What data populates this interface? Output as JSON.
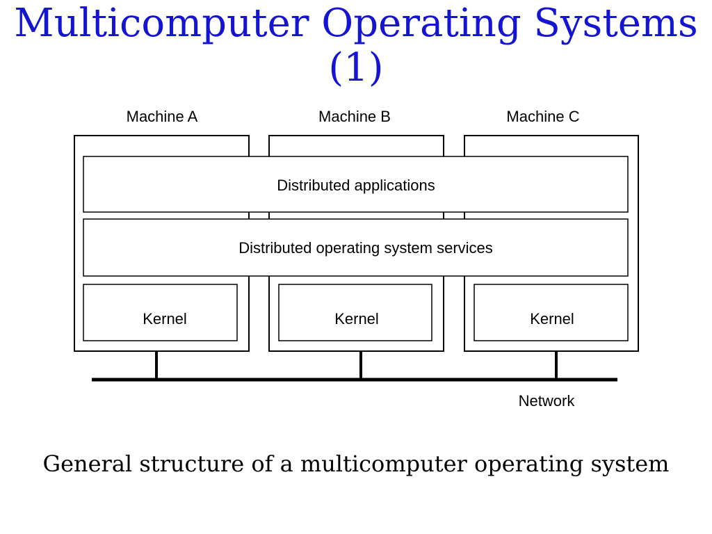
{
  "title": {
    "line1": "Multicomputer Operating Systems",
    "line2": "(1)"
  },
  "diagram": {
    "machines": [
      "Machine A",
      "Machine B",
      "Machine C"
    ],
    "layers": {
      "applications": "Distributed applications",
      "services": "Distributed operating system services"
    },
    "kernels": [
      "Kernel",
      "Kernel",
      "Kernel"
    ],
    "network": "Network"
  },
  "caption": "General structure of a multicomputer operating system",
  "colors": {
    "title": "#1414d2",
    "lines": "#000000"
  }
}
